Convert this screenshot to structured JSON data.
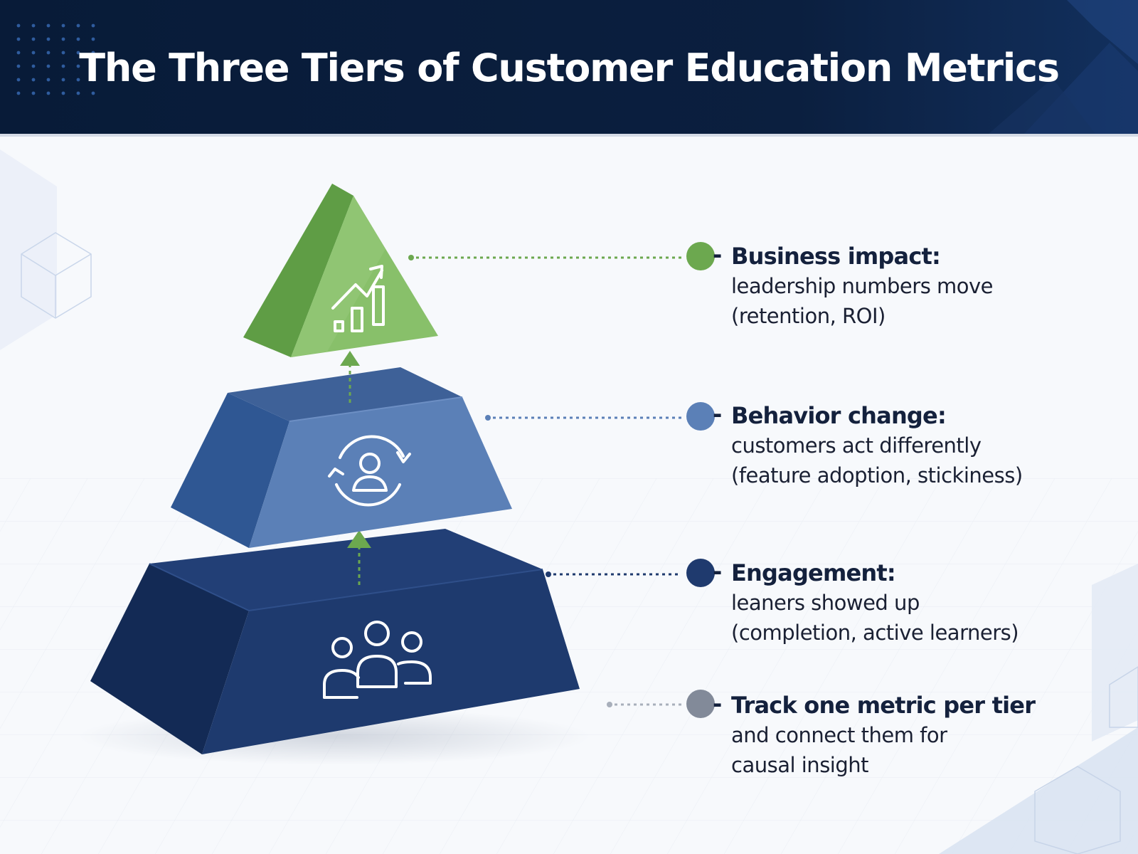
{
  "title": "The Three Tiers of Customer Education Metrics",
  "colors": {
    "header_bg": "#0b1f3f",
    "tier_top": "#6ca84f",
    "tier_middle": "#5b80b7",
    "tier_bottom": "#1f3a6e",
    "note_marker": "#828a99"
  },
  "tiers": [
    {
      "level": "top",
      "icon": "growth-chart-icon",
      "title": "Business impact:",
      "description_lines": [
        "leadership numbers move",
        "(retention, ROI)"
      ]
    },
    {
      "level": "middle",
      "icon": "person-cycle-icon",
      "title": "Behavior change:",
      "description_lines": [
        "customers act differently",
        "(feature adoption, stickiness)"
      ]
    },
    {
      "level": "bottom",
      "icon": "group-icon",
      "title": "Engagement:",
      "description_lines": [
        "leaners showed up",
        "(completion, active learners)"
      ]
    }
  ],
  "note": {
    "title": "Track one metric per tier",
    "description_lines": [
      "and connect them for",
      "causal insight"
    ]
  },
  "dash": "-"
}
